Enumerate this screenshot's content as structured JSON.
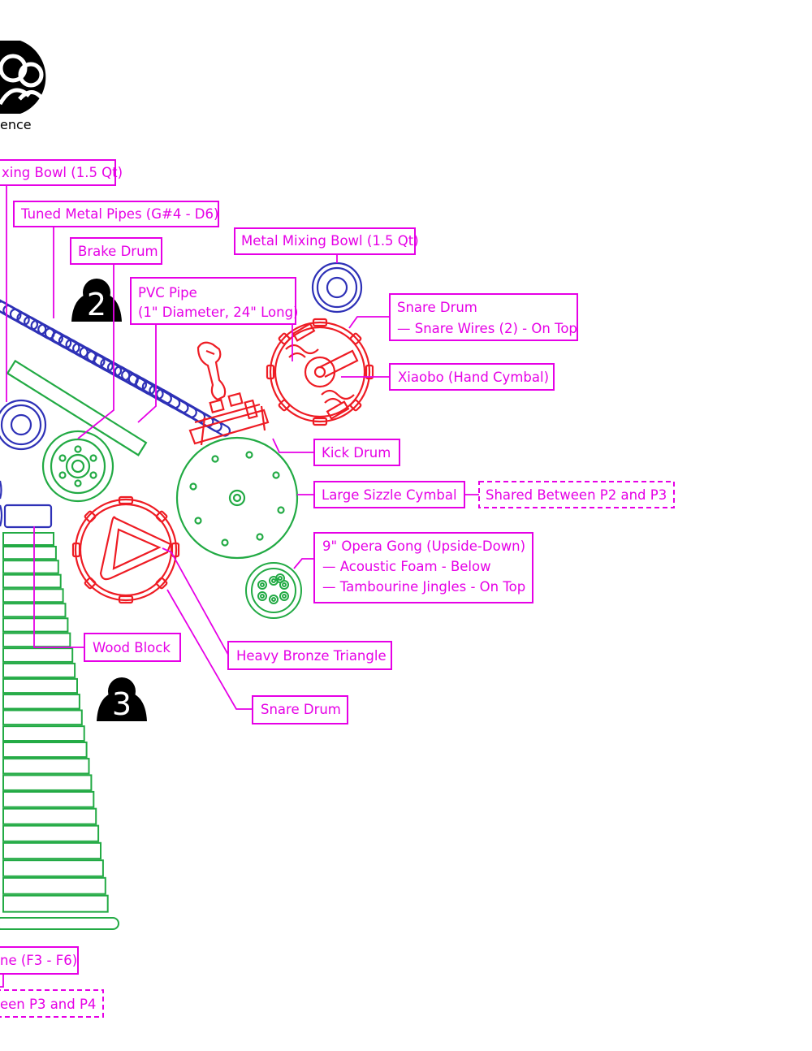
{
  "colors": {
    "label": "#e600e6",
    "percussion_red": "#ee1c24",
    "metal_blue": "#2e31b7",
    "green": "#22aa44",
    "black": "#000000"
  },
  "audience": {
    "label": "ence",
    "icon": "audience-icon"
  },
  "players": [
    {
      "number": "2",
      "icon": "player-icon"
    },
    {
      "number": "3",
      "icon": "player-icon"
    }
  ],
  "labels": {
    "mixing_bowl_left": "xing Bowl (1.5 Qt)",
    "tuned_pipes": "Tuned Metal Pipes (G#4 - D6)",
    "brake_drum": "Brake Drum",
    "metal_mixing_bowl": "Metal Mixing Bowl (1.5 Qt)",
    "pvc_pipe_line1": "PVC Pipe",
    "pvc_pipe_line2": "(1\" Diameter, 24\" Long)",
    "snare_top_line1": "Snare Drum",
    "snare_top_line2": "— Snare Wires (2) - On Top",
    "xiaobo": "Xiaobo (Hand Cymbal)",
    "kick_drum": "Kick Drum",
    "large_sizzle": "Large Sizzle Cymbal",
    "shared_p2_p3": "Shared Between P2 and P3",
    "gong_line1": "9\" Opera Gong (Upside-Down)",
    "gong_line2": "— Acoustic Foam - Below",
    "gong_line3": "— Tambourine Jingles - On Top",
    "wood_block": "Wood Block",
    "triangle": "Heavy Bronze Triangle",
    "snare_bottom": "Snare Drum",
    "xylophone": "ne (F3 - F6)",
    "shared_p3_p4": "een P3 and P4"
  }
}
